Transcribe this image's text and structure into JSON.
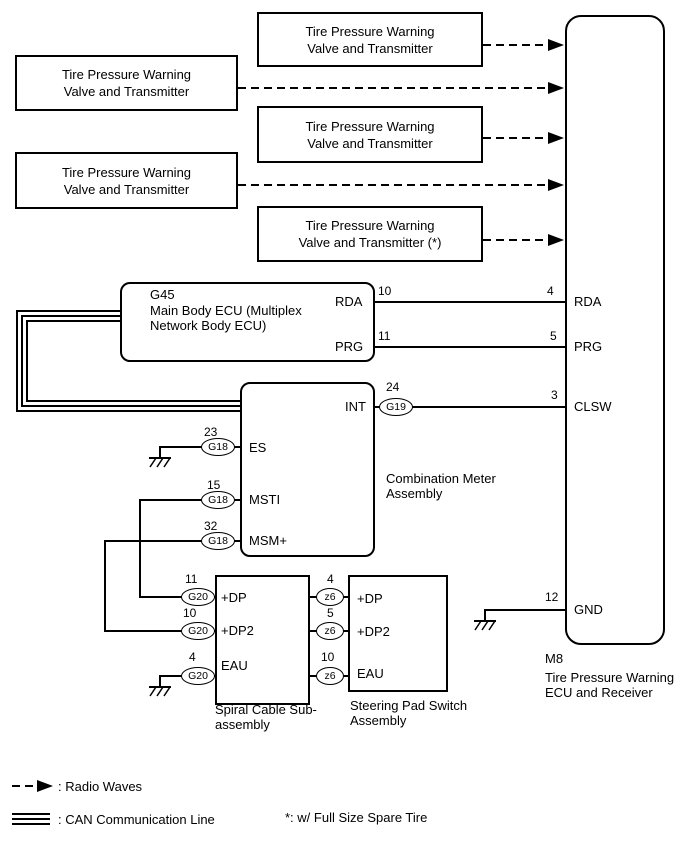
{
  "colors": {
    "line": "#000000",
    "background": "#ffffff"
  },
  "diagram": {
    "transmitters": [
      {
        "line1": "Tire Pressure Warning",
        "line2": "Valve and Transmitter"
      },
      {
        "line1": "Tire Pressure Warning",
        "line2": "Valve and Transmitter"
      },
      {
        "line1": "Tire Pressure Warning",
        "line2": "Valve and Transmitter"
      },
      {
        "line1": "Tire Pressure Warning",
        "line2": "Valve and Transmitter"
      },
      {
        "line1": "Tire Pressure Warning",
        "line2": "Valve and Transmitter (*)"
      }
    ],
    "main_body_ecu": {
      "code": "G45",
      "name": "Main Body ECU (Multiplex Network Body ECU)",
      "pins": {
        "rda": {
          "label": "RDA",
          "pin": "10"
        },
        "prg": {
          "label": "PRG",
          "pin": "11"
        }
      }
    },
    "tpw_ecu": {
      "code": "M8",
      "name": "Tire Pressure Warning ECU and Receiver",
      "pins": {
        "rda": {
          "label": "RDA",
          "pin": "4"
        },
        "prg": {
          "label": "PRG",
          "pin": "5"
        },
        "clsw": {
          "label": "CLSW",
          "pin": "3"
        },
        "gnd": {
          "label": "GND",
          "pin": "12"
        }
      }
    },
    "combination_meter": {
      "name": "Combination Meter Assembly",
      "pins": {
        "int": {
          "label": "INT",
          "pin": "24",
          "connector": "G19"
        },
        "es": {
          "label": "ES",
          "pin": "23",
          "connector": "G18"
        },
        "msti": {
          "label": "MSTI",
          "pin": "15",
          "connector": "G18"
        },
        "msm": {
          "label": "MSM+",
          "pin": "32",
          "connector": "G18"
        }
      }
    },
    "spiral_cable": {
      "name": "Spiral Cable Sub-assembly",
      "pins": {
        "dp": {
          "label": "+DP",
          "pin": "11",
          "connector": "G20"
        },
        "dp2": {
          "label": "+DP2",
          "pin": "10",
          "connector": "G20"
        },
        "eau": {
          "label": "EAU",
          "pin": "4",
          "connector": "G20"
        }
      }
    },
    "steering_pad": {
      "name": "Steering Pad Switch Assembly",
      "pins": {
        "dp": {
          "label": "+DP",
          "pin": "4",
          "connector": "z6"
        },
        "dp2": {
          "label": "+DP2",
          "pin": "5",
          "connector": "z6"
        },
        "eau": {
          "label": "EAU",
          "pin": "10",
          "connector": "z6"
        }
      }
    },
    "legend": {
      "radio_waves": ": Radio Waves",
      "can_line": ": CAN Communication Line",
      "footnote": "*: w/ Full Size Spare Tire"
    }
  }
}
